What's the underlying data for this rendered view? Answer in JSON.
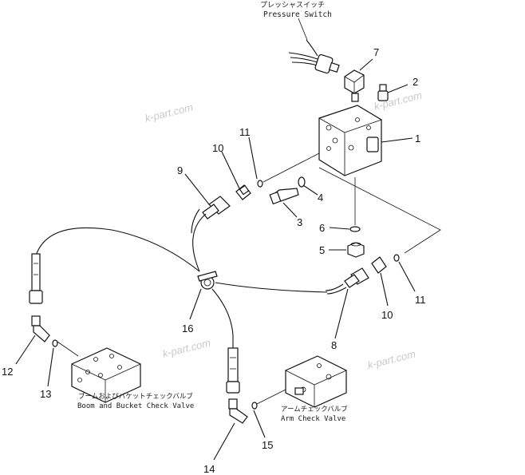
{
  "labels": {
    "pressure_switch_jp": "プレッシャスイッチ",
    "pressure_switch_en": "Pressure Switch",
    "boom_bucket_jp": "ブームおよびバケットチェックバルブ",
    "boom_bucket_en": "Boom and Bucket Check Valve",
    "arm_check_jp": "アームチェックバルブ",
    "arm_check_en": "Arm Check Valve"
  },
  "watermark": "k-part.com",
  "callouts": [
    "1",
    "2",
    "3",
    "4",
    "5",
    "6",
    "7",
    "8",
    "9",
    "10",
    "10",
    "11",
    "11",
    "12",
    "13",
    "14",
    "15",
    "16"
  ]
}
